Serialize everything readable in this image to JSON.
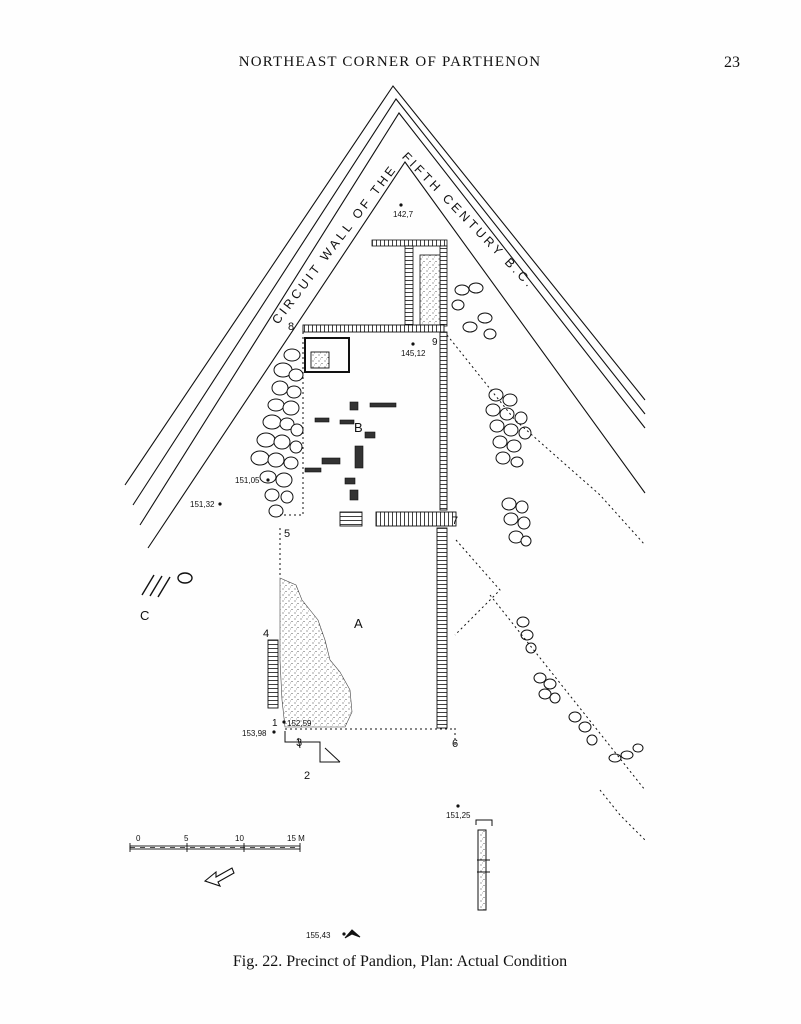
{
  "header": {
    "running_title": "NORTHEAST CORNER OF PARTHENON",
    "page_number": "23"
  },
  "figure": {
    "caption_number": "Fig. 22.",
    "caption_text": "Precinct of Pandion, Plan: Actual Condition",
    "wall_label": "CIRCUIT WALL OF THE FIFTH CENTURY B.C.",
    "area_labels": {
      "a": "A",
      "b": "B",
      "c": "C"
    },
    "point_numbers": [
      "1",
      "2",
      "3",
      "4",
      "5",
      "6",
      "7",
      "8",
      "9"
    ],
    "elevations": {
      "e1427": "142,7",
      "e14512": "145,12",
      "e15105": "151,05",
      "e15132": "151,32",
      "e15259": "152,59",
      "e15398": "153,98",
      "e15125": "151,25",
      "e15543": "155,43"
    },
    "scale": {
      "ticks": [
        "0",
        "5",
        "10",
        "15 M"
      ]
    },
    "icons": {
      "north_arrow": "north-arrow-icon"
    }
  }
}
